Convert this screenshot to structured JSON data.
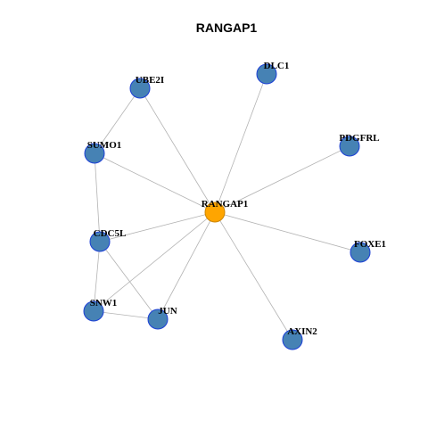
{
  "title": "RANGAP1",
  "colors": {
    "hub_fill": "#FFA500",
    "hub_stroke": "#CC8400",
    "node_fill": "#4682B4",
    "node_stroke": "#1C3FD6",
    "edge": "#B3B3B3"
  },
  "nodes": [
    {
      "id": "RANGAP1",
      "label": "RANGAP1",
      "hub": true
    },
    {
      "id": "UBE2I",
      "label": "UBE2I"
    },
    {
      "id": "DLC1",
      "label": "DLC1"
    },
    {
      "id": "PDGFRL",
      "label": "PDGFRL"
    },
    {
      "id": "SUMO1",
      "label": "SUMO1"
    },
    {
      "id": "CDC5L",
      "label": "CDC5L"
    },
    {
      "id": "FOXE1",
      "label": "FOXE1"
    },
    {
      "id": "SNW1",
      "label": "SNW1"
    },
    {
      "id": "JUN",
      "label": "JUN"
    },
    {
      "id": "AXIN2",
      "label": "AXIN2"
    }
  ],
  "edges": [
    [
      "RANGAP1",
      "UBE2I"
    ],
    [
      "RANGAP1",
      "DLC1"
    ],
    [
      "RANGAP1",
      "PDGFRL"
    ],
    [
      "RANGAP1",
      "SUMO1"
    ],
    [
      "RANGAP1",
      "CDC5L"
    ],
    [
      "RANGAP1",
      "FOXE1"
    ],
    [
      "RANGAP1",
      "SNW1"
    ],
    [
      "RANGAP1",
      "JUN"
    ],
    [
      "RANGAP1",
      "AXIN2"
    ],
    [
      "UBE2I",
      "SUMO1"
    ],
    [
      "SUMO1",
      "CDC5L"
    ],
    [
      "CDC5L",
      "SNW1"
    ],
    [
      "CDC5L",
      "JUN"
    ],
    [
      "SNW1",
      "JUN"
    ]
  ]
}
